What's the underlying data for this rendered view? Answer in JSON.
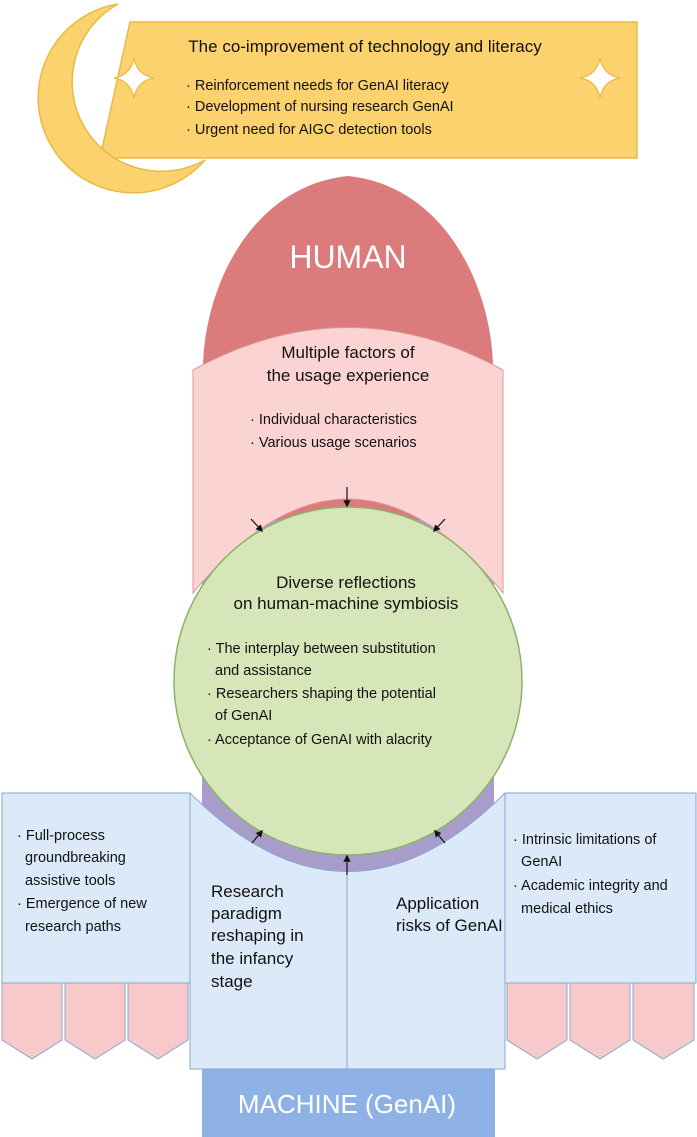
{
  "banner": {
    "title": "The co-improvement of technology and literacy",
    "items": [
      "· Reinforcement needs for GenAI literacy",
      "· Development of nursing research GenAI",
      "· Urgent need for AIGC detection tools"
    ]
  },
  "human": {
    "label": "HUMAN"
  },
  "usage": {
    "title_lines": [
      "Multiple factors of",
      "the usage experience"
    ],
    "items": [
      "· Individual characteristics",
      "· Various usage scenarios"
    ]
  },
  "symbiosis": {
    "title_lines": [
      "Diverse reflections",
      "on human-machine symbiosis"
    ],
    "item_lines": [
      "· The interplay between substitution",
      "  and assistance",
      "· Researchers shaping the potential",
      "  of GenAI",
      "· Acceptance of GenAI with alacrity"
    ]
  },
  "left_box": {
    "item_lines": [
      "· Full-process",
      "  groundbreaking",
      "  assistive tools",
      "· Emergence of new",
      "  research paths"
    ]
  },
  "paradigm": {
    "title_lines": [
      "Research",
      "paradigm",
      "reshaping in",
      "the infancy",
      "stage"
    ]
  },
  "risks": {
    "title_lines": [
      "Application",
      "risks of GenAI"
    ]
  },
  "right_box": {
    "item_lines": [
      "· Intrinsic limitations of",
      "  GenAI",
      "· Academic integrity and",
      "  medical ethics"
    ]
  },
  "machine": {
    "label": "MACHINE (GenAI)"
  },
  "colors": {
    "banner_fill": "#fbd26d",
    "banner_stroke": "#e8ba45",
    "human_fill": "#db7b7c",
    "pink_fill": "#fbd3d3",
    "pink_stroke": "#d99a9a",
    "circle_fill": "#d6e6b8",
    "circle_stroke": "#8ab46b",
    "purple_band": "#a89ccb",
    "blue_fill": "#dce9f8",
    "blue_stroke": "#8aa6cf",
    "machine_fill": "#8eb1e6"
  }
}
